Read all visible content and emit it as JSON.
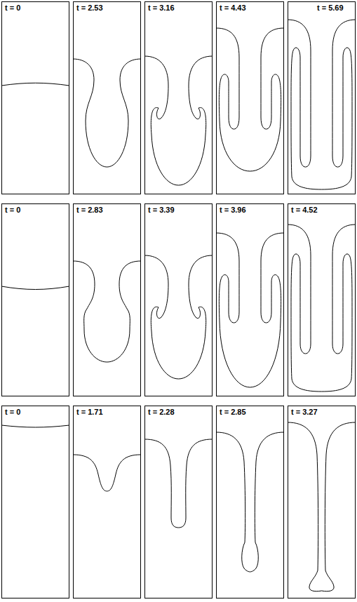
{
  "diagram": {
    "nodes": [
      {
        "text": [
          "t = 0"
        ]
      },
      {
        "text": [
          "t = 2.53"
        ]
      },
      {
        "text": [
          "t = 3.16"
        ]
      },
      {
        "text": [
          "t = 4.43"
        ]
      },
      {
        "text": [
          "t = 5.69"
        ]
      },
      {
        "text": [
          "t = 0"
        ]
      },
      {
        "text": [
          "t = 2.83"
        ]
      },
      {
        "text": [
          "t = 3.39"
        ]
      },
      {
        "text": [
          "t = 3.96"
        ]
      },
      {
        "text": [
          "t = 4.52"
        ]
      },
      {
        "text": [
          "t = 0"
        ]
      },
      {
        "text": [
          "t = 1.71"
        ]
      },
      {
        "text": [
          "t = 2.28"
        ]
      },
      {
        "text": [
          "t = 2.85"
        ]
      },
      {
        "text": [
          "t = 3.27"
        ]
      }
    ]
  }
}
